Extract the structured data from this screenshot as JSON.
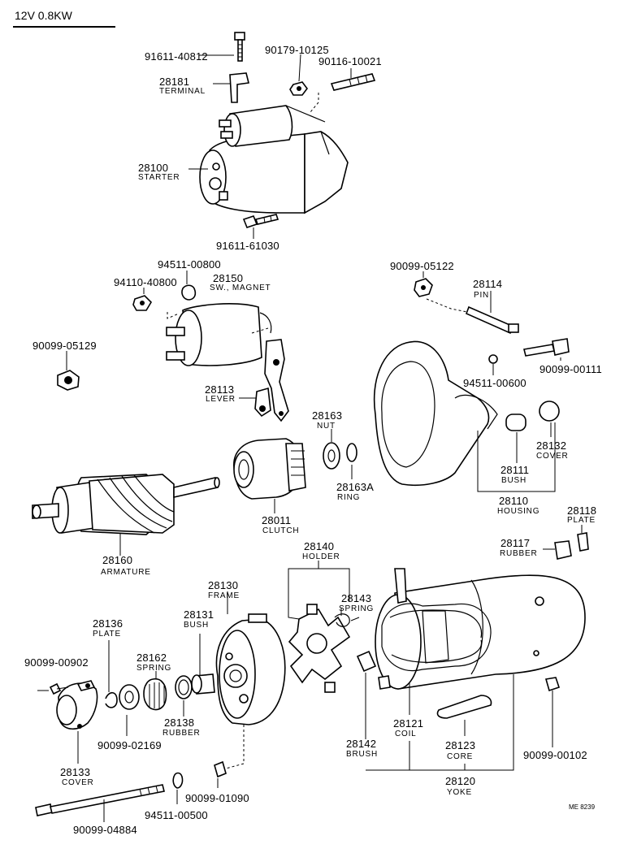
{
  "header": {
    "title": "12V  0.8KW"
  },
  "footer": {
    "code": "ME 8239"
  },
  "parts": [
    {
      "id": "p1",
      "number": "91611-40812",
      "label": ""
    },
    {
      "id": "p2",
      "number": "90179-10125",
      "label": ""
    },
    {
      "id": "p3",
      "number": "90116-10021",
      "label": ""
    },
    {
      "id": "p4",
      "number": "28181",
      "label": "TERMINAL"
    },
    {
      "id": "p5",
      "number": "28100",
      "label": "STARTER"
    },
    {
      "id": "p6",
      "number": "91611-61030",
      "label": ""
    },
    {
      "id": "p7",
      "number": "94511-00800",
      "label": ""
    },
    {
      "id": "p8",
      "number": "28150",
      "label": "SW., MAGNET"
    },
    {
      "id": "p9",
      "number": "94110-40800",
      "label": ""
    },
    {
      "id": "p10",
      "number": "90099-05122",
      "label": ""
    },
    {
      "id": "p11",
      "number": "28114",
      "label": "PIN"
    },
    {
      "id": "p12",
      "number": "90099-05129",
      "label": ""
    },
    {
      "id": "p13",
      "number": "90099-00111",
      "label": ""
    },
    {
      "id": "p14",
      "number": "94511-00600",
      "label": ""
    },
    {
      "id": "p15",
      "number": "28113",
      "label": "LEVER"
    },
    {
      "id": "p16",
      "number": "28163",
      "label": "NUT"
    },
    {
      "id": "p17",
      "number": "28132",
      "label": "COVER"
    },
    {
      "id": "p18",
      "number": "28111",
      "label": "BUSH"
    },
    {
      "id": "p19",
      "number": "28163A",
      "label": "RING"
    },
    {
      "id": "p20",
      "number": "28110",
      "label": "HOUSING"
    },
    {
      "id": "p21",
      "number": "28011",
      "label": "CLUTCH"
    },
    {
      "id": "p22",
      "number": "28118",
      "label": "PLATE"
    },
    {
      "id": "p23",
      "number": "28117",
      "label": "RUBBER"
    },
    {
      "id": "p24",
      "number": "28160",
      "label": "ARMATURE"
    },
    {
      "id": "p25",
      "number": "28140",
      "label": "HOLDER"
    },
    {
      "id": "p26",
      "number": "28130",
      "label": "FRAME"
    },
    {
      "id": "p27",
      "number": "28143",
      "label": "SPRING"
    },
    {
      "id": "p28",
      "number": "28131",
      "label": "BUSH"
    },
    {
      "id": "p29",
      "number": "28136",
      "label": "PLATE"
    },
    {
      "id": "p30",
      "number": "28162",
      "label": "SPRING"
    },
    {
      "id": "p31",
      "number": "90099-00902",
      "label": ""
    },
    {
      "id": "p32",
      "number": "28138",
      "label": "RUBBER"
    },
    {
      "id": "p33",
      "number": "90099-02169",
      "label": ""
    },
    {
      "id": "p34",
      "number": "28121",
      "label": "COIL"
    },
    {
      "id": "p35",
      "number": "28142",
      "label": "BRUSH"
    },
    {
      "id": "p36",
      "number": "28123",
      "label": "CORE"
    },
    {
      "id": "p37",
      "number": "90099-00102",
      "label": ""
    },
    {
      "id": "p38",
      "number": "28133",
      "label": "COVER"
    },
    {
      "id": "p39",
      "number": "28120",
      "label": "YOKE"
    },
    {
      "id": "p40",
      "number": "90099-01090",
      "label": ""
    },
    {
      "id": "p41",
      "number": "94511-00500",
      "label": ""
    },
    {
      "id": "p42",
      "number": "90099-04884",
      "label": ""
    }
  ]
}
